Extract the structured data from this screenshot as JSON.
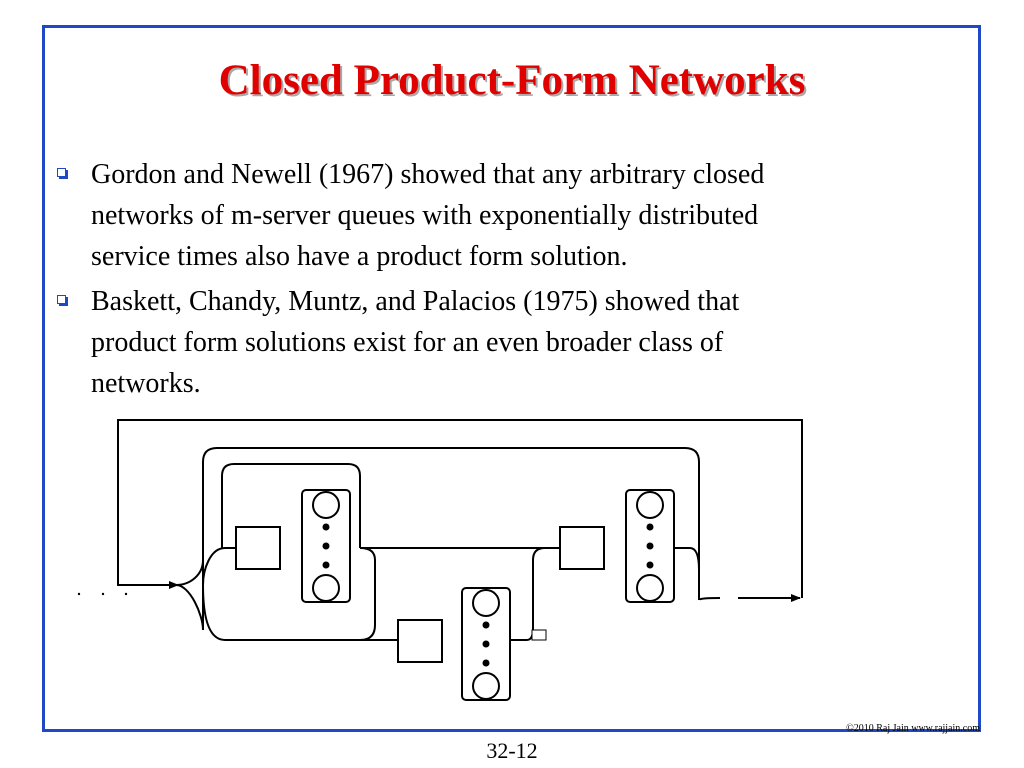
{
  "slide": {
    "title": "Closed Product-Form Networks",
    "bullets": [
      {
        "text": "Gordon and Newell (1967) showed that any arbitrary closed\nnetworks  of m-server queues with exponentially distributed\nservice times also have a product form solution."
      },
      {
        "text": "Baskett, Chandy, Muntz, and Palacios (1975) showed that\nproduct form solutions exist for  an even broader  class of\nnetworks."
      }
    ],
    "copyright": "©2010 Raj Jain www.rajjain.com",
    "page_number": "32-12"
  },
  "colors": {
    "frame": "#1f48c4",
    "title": "#e00000",
    "title_shadow": "#a9a9a9"
  }
}
